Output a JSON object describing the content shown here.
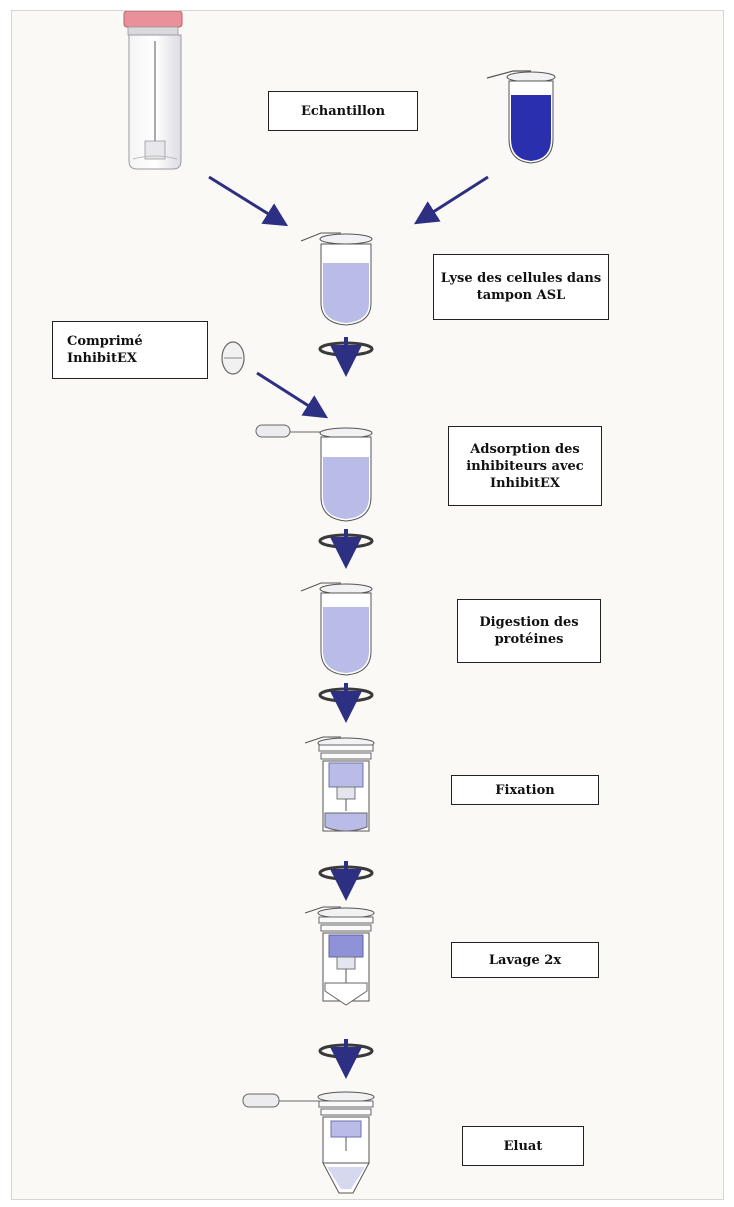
{
  "colors": {
    "arrow": "#2c2f82",
    "liquid": "#b9bce6",
    "liquid_dark": "#2a2fae",
    "sample_cap": "#e9909a",
    "spin_ring": "#3a3a3a"
  },
  "labels": {
    "sample": [
      "Echantillon"
    ],
    "lysis": [
      "Lyse des cellules dans",
      "tampon ASL"
    ],
    "tablet": [
      "Comprimé",
      "InhibitEX"
    ],
    "adsorption": [
      "Adsorption des",
      "inhibiteurs avec",
      "InhibitEX"
    ],
    "digestion": [
      "Digestion des",
      "protéines"
    ],
    "fixation": [
      "Fixation"
    ],
    "wash": [
      "Lavage 2x"
    ],
    "eluate": [
      "Eluat"
    ]
  },
  "icons": {
    "sample_container": "sample-container-icon",
    "buffer_tube": "buffer-tube-icon",
    "tablet": "inhibitex-tablet-icon",
    "centrifuge": "centrifuge-spin-icon",
    "spin_column": "spin-column-icon"
  }
}
